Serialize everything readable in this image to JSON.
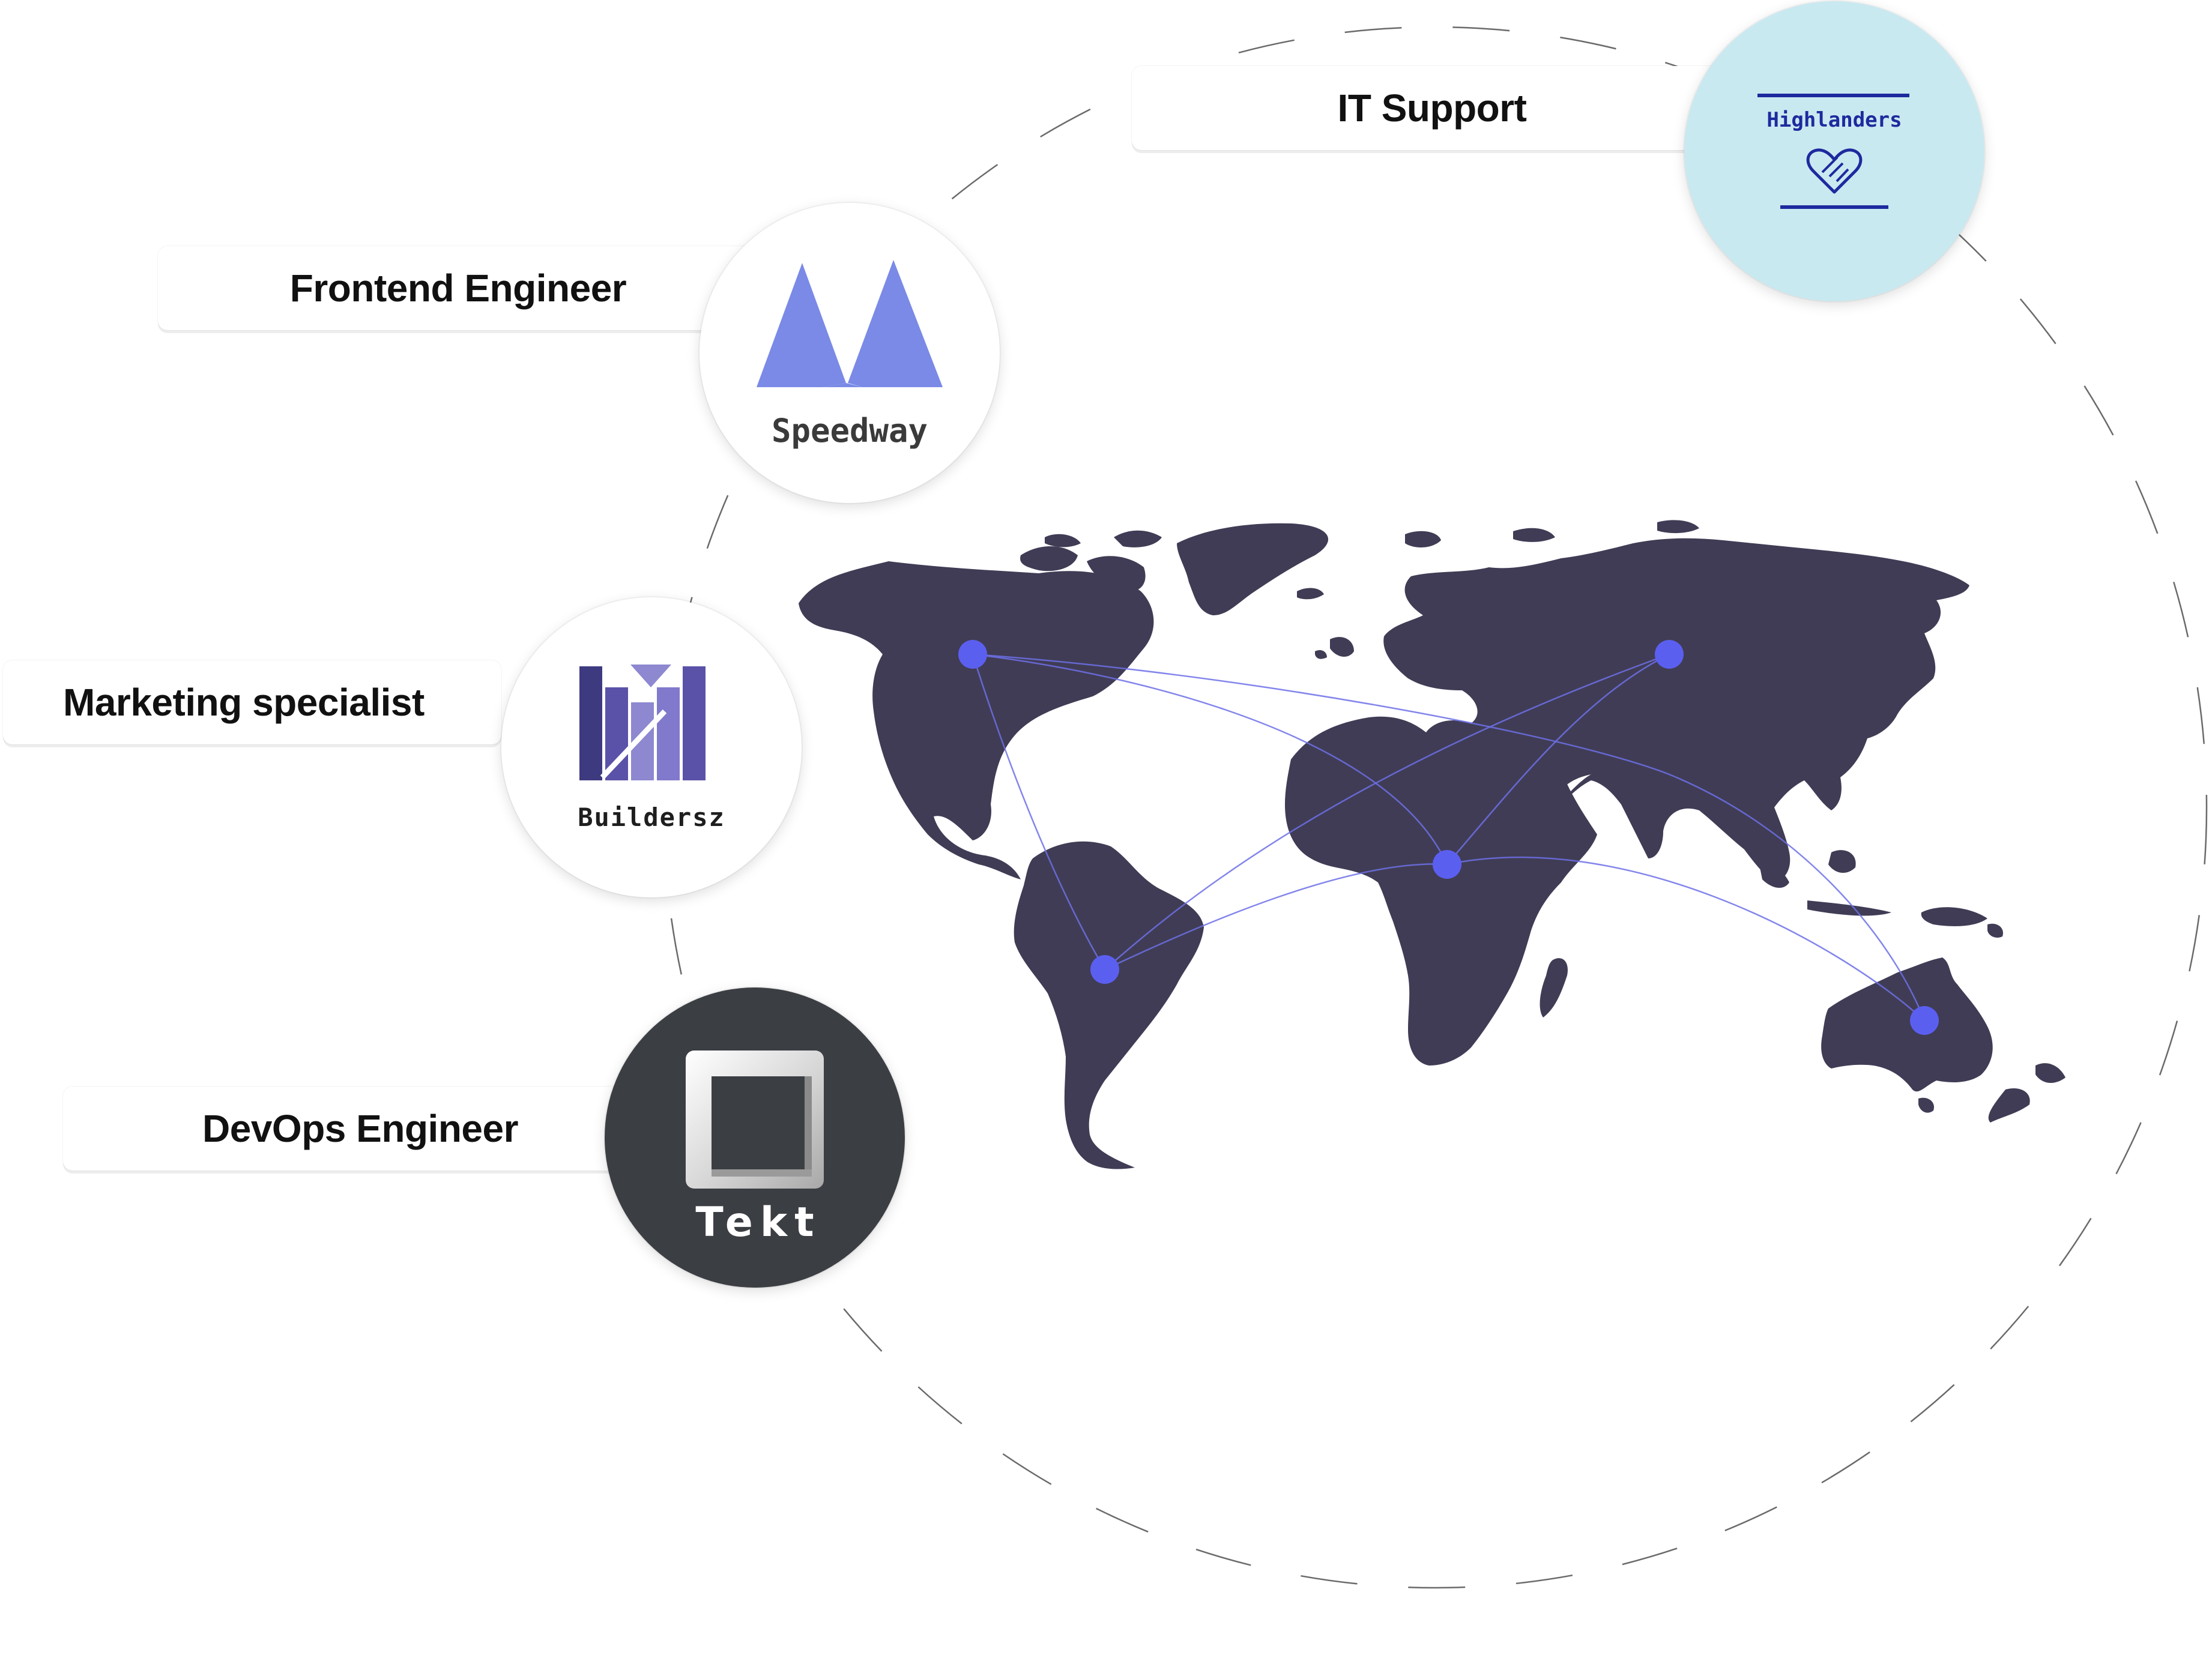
{
  "roles": [
    {
      "label": "IT Support",
      "company": "Highlanders"
    },
    {
      "label": "Frontend Engineer",
      "company": "Speedway"
    },
    {
      "label": "Marketing specialist",
      "company": "Buildersz"
    },
    {
      "label": "DevOps Engineer",
      "company": "Tekt"
    }
  ],
  "icons": {
    "highlanders": "heart-handshake-icon",
    "speedway": "mountain-m-icon",
    "buildersz": "bar-m-icon",
    "tekt": "square-frame-icon"
  },
  "colors": {
    "map": "#403c55",
    "node": "#5b5ff0",
    "connection": "#6d70e8",
    "speedway": "#7a8ae6",
    "highlanders_bg": "#c9e9f0",
    "highlanders_ink": "#1d2a9e",
    "tekt_bg": "#3b3e43",
    "buildersz": "#5a52a8"
  }
}
